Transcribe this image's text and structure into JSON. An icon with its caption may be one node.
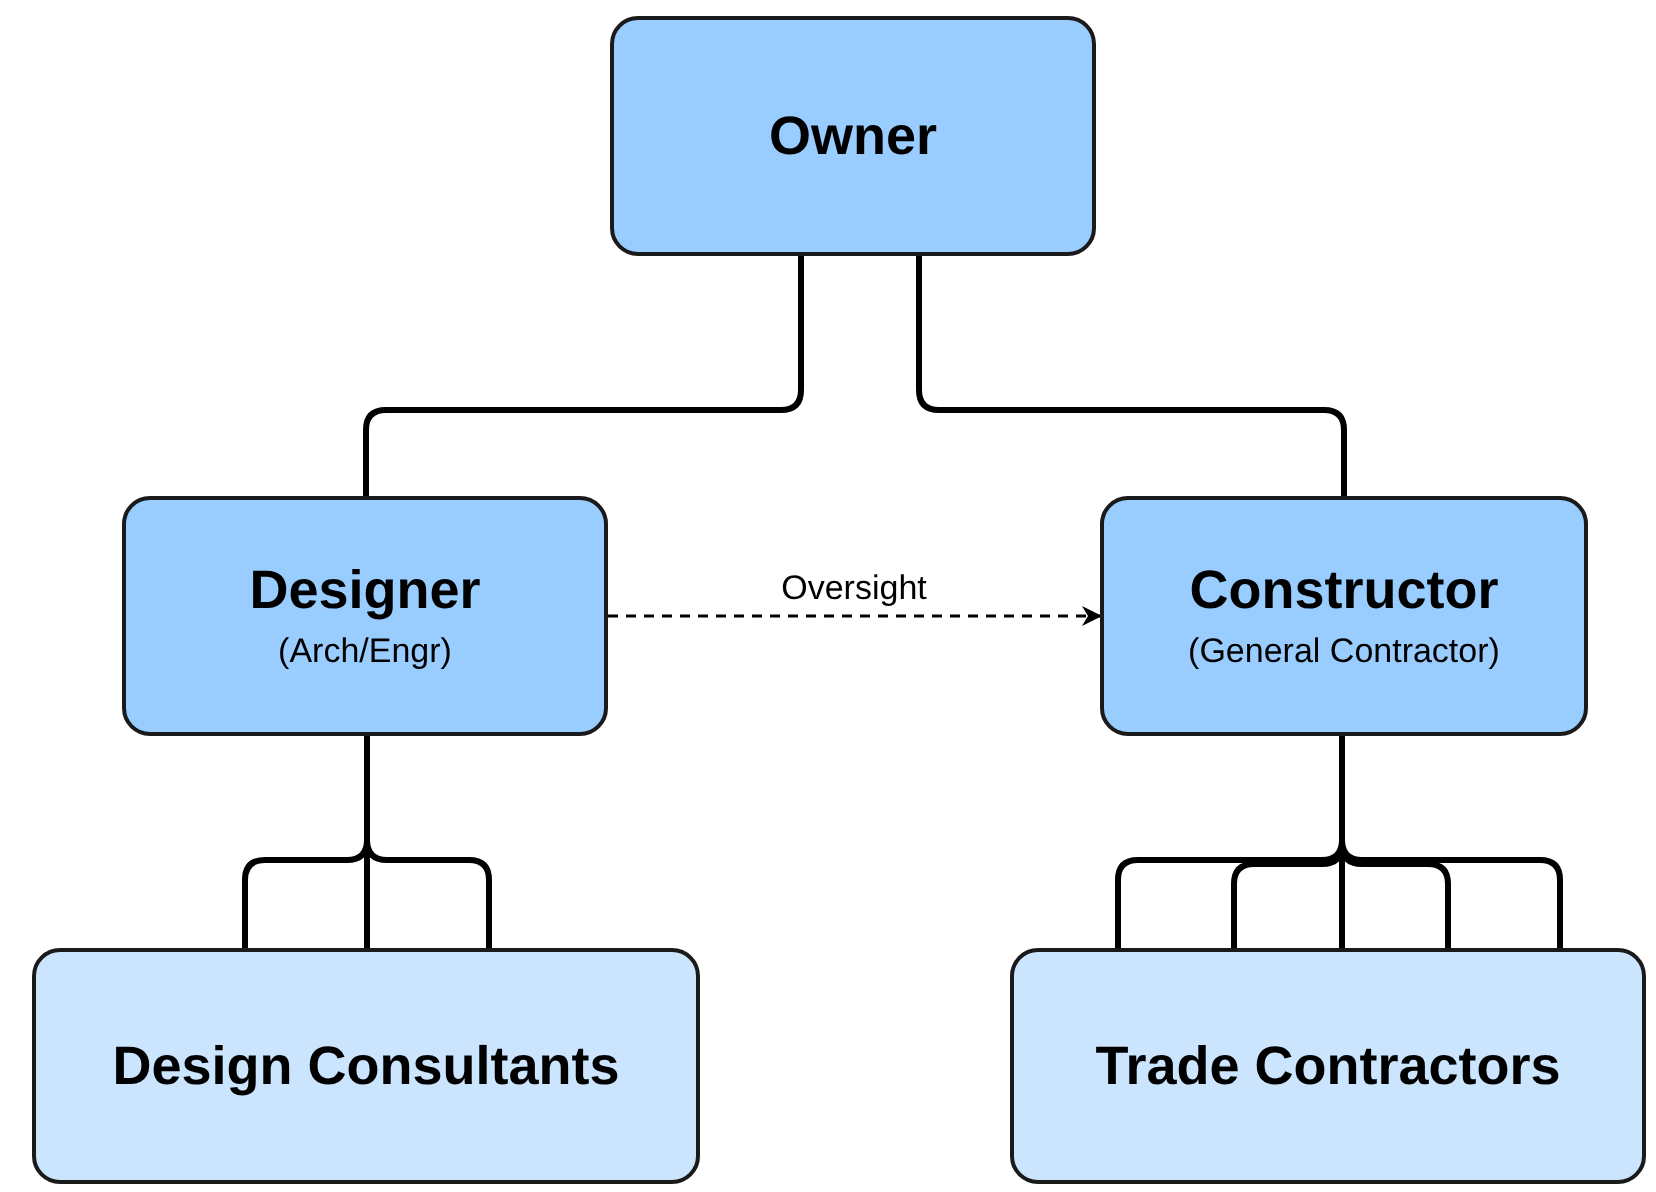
{
  "diagram": {
    "nodes": [
      {
        "text": [
          "Owner"
        ]
      },
      {
        "text": [
          "Designer",
          "(Arch/Engr)"
        ]
      },
      {
        "text": [
          "Constructor",
          "(General Contractor)"
        ]
      },
      {
        "text": [
          "Design Consultants"
        ]
      },
      {
        "text": [
          "Trade Contractors"
        ]
      }
    ],
    "edges": [
      {
        "from": 0,
        "to": 1,
        "arrow": "none"
      },
      {
        "from": 0,
        "to": 2,
        "arrow": "none"
      },
      {
        "from": 1,
        "to": 2,
        "arrow": "to",
        "label": "Oversight",
        "style": "dashed"
      },
      {
        "from": 1,
        "to": 3,
        "arrow": "none"
      },
      {
        "from": 1,
        "to": 3,
        "arrow": "none"
      },
      {
        "from": 1,
        "to": 3,
        "arrow": "none"
      },
      {
        "from": 2,
        "to": 4,
        "arrow": "none"
      },
      {
        "from": 2,
        "to": 4,
        "arrow": "none"
      },
      {
        "from": 2,
        "to": 4,
        "arrow": "none"
      },
      {
        "from": 2,
        "to": 4,
        "arrow": "none"
      },
      {
        "from": 2,
        "to": 4,
        "arrow": "none"
      }
    ]
  }
}
